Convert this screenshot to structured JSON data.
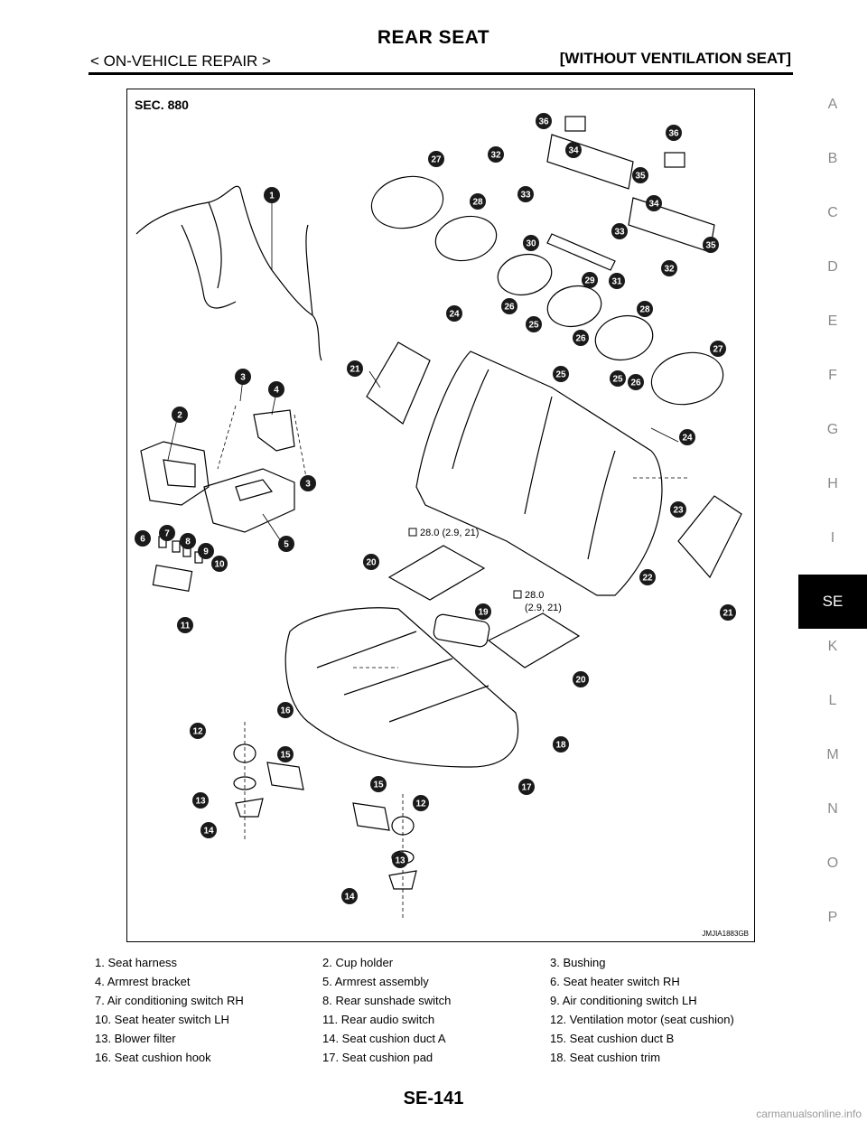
{
  "header": {
    "title": "REAR SEAT",
    "section": "< ON-VEHICLE REPAIR >",
    "variant": "[WITHOUT VENTILATION SEAT]"
  },
  "side_index": {
    "letters": [
      "A",
      "B",
      "C",
      "D",
      "E",
      "F",
      "G",
      "H",
      "I",
      "SE",
      "K",
      "L",
      "M",
      "N",
      "O",
      "P"
    ],
    "active": "SE"
  },
  "figure": {
    "section_label": "SEC. 880",
    "figure_code": "JMJIA1883GB",
    "torque_1": "28.0 (2.9, 21)",
    "torque_2_line1": "28.0",
    "torque_2_line2": "(2.9, 21)",
    "callouts": [
      "1",
      "2",
      "3",
      "3",
      "4",
      "5",
      "6",
      "7",
      "8",
      "9",
      "10",
      "11",
      "12",
      "12",
      "13",
      "13",
      "14",
      "14",
      "15",
      "15",
      "16",
      "17",
      "18",
      "19",
      "20",
      "20",
      "21",
      "21",
      "22",
      "23",
      "24",
      "24",
      "25",
      "25",
      "25",
      "26",
      "26",
      "26",
      "27",
      "27",
      "28",
      "28",
      "29",
      "30",
      "31",
      "32",
      "32",
      "33",
      "33",
      "34",
      "34",
      "35",
      "35",
      "36",
      "36"
    ]
  },
  "legend": [
    [
      "1.  Seat harness",
      "2.  Cup holder",
      "3.  Bushing"
    ],
    [
      "4.  Armrest bracket",
      "5.  Armrest assembly",
      "6.  Seat heater switch RH"
    ],
    [
      "7.  Air conditioning switch RH",
      "8.  Rear sunshade switch",
      "9.  Air conditioning switch LH"
    ],
    [
      "10.  Seat heater switch LH",
      "11.  Rear audio switch",
      "12.  Ventilation motor (seat cushion)"
    ],
    [
      "13.  Blower filter",
      "14.  Seat cushion duct A",
      "15.  Seat cushion duct B"
    ],
    [
      "16.  Seat cushion hook",
      "17.  Seat cushion pad",
      "18.  Seat cushion trim"
    ]
  ],
  "footer": {
    "page_number": "SE-141",
    "watermark": "carmanualsonline.info"
  }
}
